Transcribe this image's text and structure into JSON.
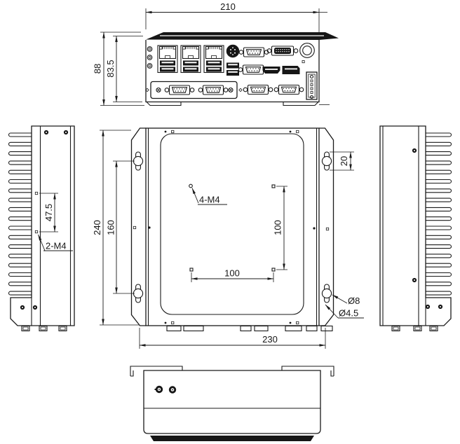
{
  "meta": {
    "drawing_type": "technical dimension drawing",
    "subject": "fanless embedded industrial PC chassis",
    "units": "mm",
    "background_color": "#ffffff",
    "line_color": "#1a1a1a"
  },
  "views": {
    "front": {
      "label": "front-panel-view",
      "dims": {
        "width": "210",
        "overall_height": "88",
        "body_height": "83.5"
      },
      "port_icons": [
        "led-indicator",
        "rj45-lan-port",
        "usb-port",
        "ps2-port",
        "db9-com-port",
        "dvi-port",
        "power-jack",
        "hdmi-port",
        "displayport",
        "terminal-block"
      ]
    },
    "base": {
      "label": "base-mounting-view",
      "dims": {
        "overall_height": "240",
        "keyhole_spacing": "160",
        "base_width": "230",
        "keyhole_slot_length": "20",
        "vesa_horizontal": "100",
        "vesa_vertical": "100"
      },
      "labels": {
        "vesa_thread": "4-M4",
        "keyhole_outer_dia": "Ø8",
        "keyhole_inner_dia": "Ø4.5"
      }
    },
    "left_side": {
      "label": "left-side-heatsink-view",
      "dims": {
        "thread_hole_spacing": "47.5"
      },
      "labels": {
        "thread_holes": "2-M4"
      }
    },
    "right_side": {
      "label": "right-side-heatsink-view"
    },
    "top": {
      "label": "top-cover-view",
      "port_icons": [
        "antenna-connector",
        "antenna-connector"
      ]
    }
  }
}
